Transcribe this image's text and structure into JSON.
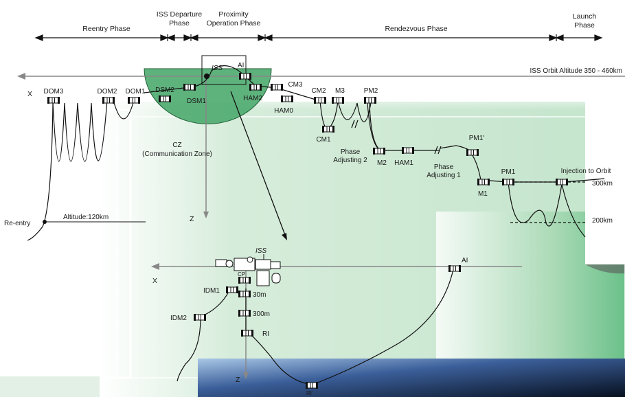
{
  "phases": {
    "reentry": "Reentry Phase",
    "departure_line1": "ISS Departure",
    "departure_line2": "Phase",
    "proximity_line1": "Proximity",
    "proximity_line2": "Operation Phase",
    "rendezvous": "Rendezvous Phase",
    "launch_line1": "Launch",
    "launch_line2": "Phase"
  },
  "orbit": {
    "iss_orbit": "ISS Orbit  Altitude 350 - 460km",
    "iss": "ISS",
    "ai": "AI",
    "x_axis": "X",
    "z_axis": "Z"
  },
  "comm_zone": {
    "line1": "CZ",
    "line2": "(Communication Zone)"
  },
  "maneuvers": {
    "dom3": "DOM3",
    "dom2": "DOM2",
    "dom1": "DOM1",
    "dsm2": "DSM2",
    "dsm1": "DSM1",
    "ham2": "HAM2",
    "cm3": "CM3",
    "ham0": "HAM0",
    "cm2": "CM2",
    "m3": "M3",
    "pm2": "PM2",
    "cm1": "CM1",
    "m2": "M2",
    "ham1": "HAM1",
    "pm1p": "PM1'",
    "m1": "M1",
    "pm1": "PM1"
  },
  "phase_adjust": {
    "two_line1": "Phase",
    "two_line2": "Adjusting 2",
    "one_line1": "Phase",
    "one_line2": "Adjusting 1"
  },
  "injection": "Injection to Orbit",
  "altitudes": {
    "km300": "300km",
    "km200": "200km",
    "km120": "Altitude:120km"
  },
  "reentry_point": "Re-entry",
  "proximity": {
    "iss": "ISS",
    "x_axis": "X",
    "z_axis": "Z",
    "ai": "AI",
    "cp": "CP",
    "idm1": "IDM1",
    "idm2": "IDM2",
    "m30": "30m",
    "m300": "300m",
    "ri": "RI",
    "rip": "RI'"
  },
  "colors": {
    "zone_fill": "#4caa6e",
    "background_green": "#d4ecd9",
    "line": "#111111"
  }
}
